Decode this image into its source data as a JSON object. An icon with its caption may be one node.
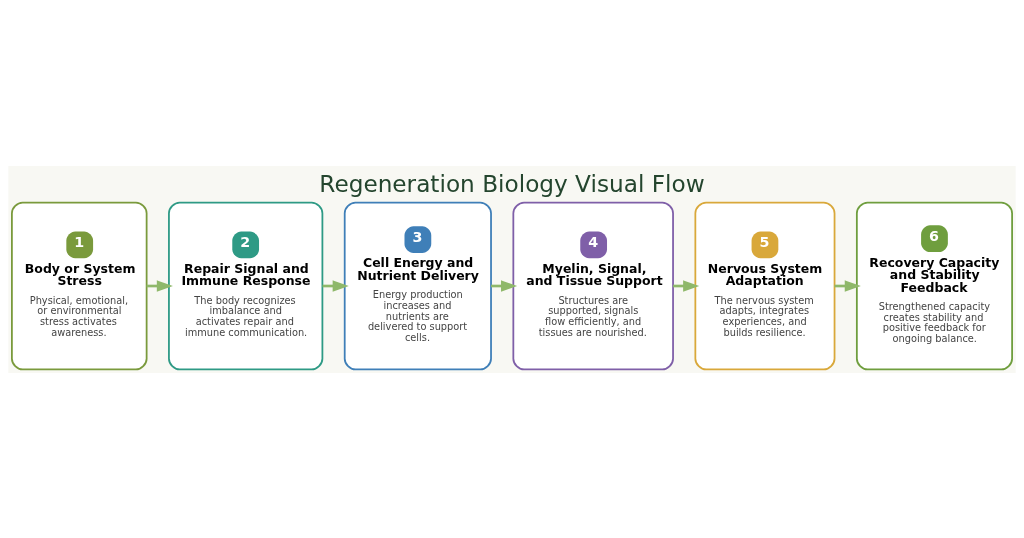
{
  "diagram": {
    "title": "Regeneration Biology Visual Flow",
    "nodes": [
      {
        "text": [
          "1",
          "Body or System Stress",
          "Physical, emotional, or environmental stress activates awareness."
        ]
      },
      {
        "text": [
          "2",
          "Repair Signal and Immune Response",
          "The body recognizes imbalance and activates repair and immune communication."
        ]
      },
      {
        "text": [
          "3",
          "Cell Energy and Nutrient Delivery",
          "Energy production increases and nutrients are delivered to support cells."
        ]
      },
      {
        "text": [
          "4",
          "Myelin, Signal, and Tissue Support",
          "Structures are supported, signals flow efficiently, and tissues are nourished."
        ]
      },
      {
        "text": [
          "5",
          "Nervous System Adaptation",
          "The nervous system adapts, integrates experiences, and builds resilience."
        ]
      },
      {
        "text": [
          "6",
          "Recovery Capacity and Stability Feedback",
          "Strengthened capacity creates stability and positive feedback for ongoing balance."
        ]
      }
    ],
    "edges": [
      {
        "from": 0,
        "to": 1,
        "arrow": "to"
      },
      {
        "from": 1,
        "to": 2,
        "arrow": "to"
      },
      {
        "from": 2,
        "to": 3,
        "arrow": "to"
      },
      {
        "from": 3,
        "to": 4,
        "arrow": "to"
      },
      {
        "from": 4,
        "to": 5,
        "arrow": "to"
      }
    ]
  }
}
